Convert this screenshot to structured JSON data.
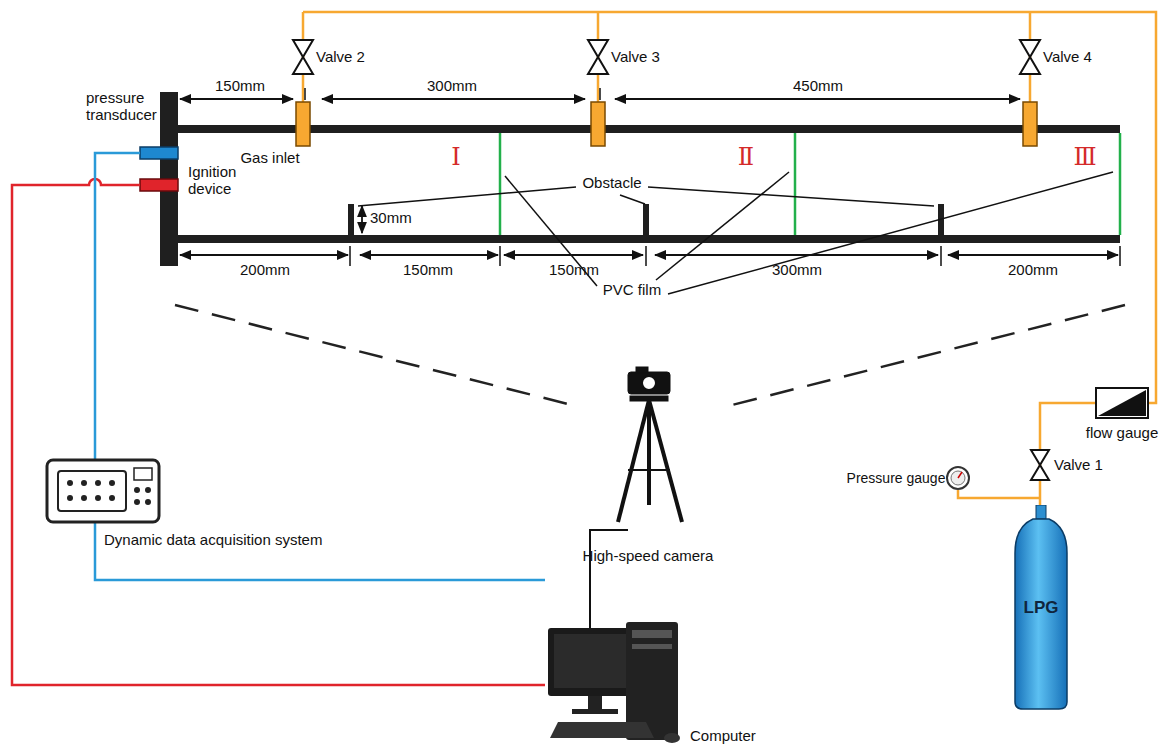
{
  "diagram": {
    "nodes": [
      {
        "text": [
          "LPG"
        ]
      }
    ],
    "labels": [
      "Valve 2",
      "Valve 3",
      "Valve 4",
      "150mm",
      "300mm",
      "450mm",
      "pressure transducer",
      "Gas inlet",
      "Ⅰ",
      "Ⅱ",
      "Ⅲ",
      "Ignition device",
      "Obstacle",
      "30mm",
      "200mm",
      "150mm",
      "150mm",
      "300mm",
      "200mm",
      "PVC film",
      "flow gauge",
      "Valve 1",
      "Pressure gauge",
      "Dynamic data acquisition system",
      "High-speed camera",
      "Computer"
    ]
  }
}
